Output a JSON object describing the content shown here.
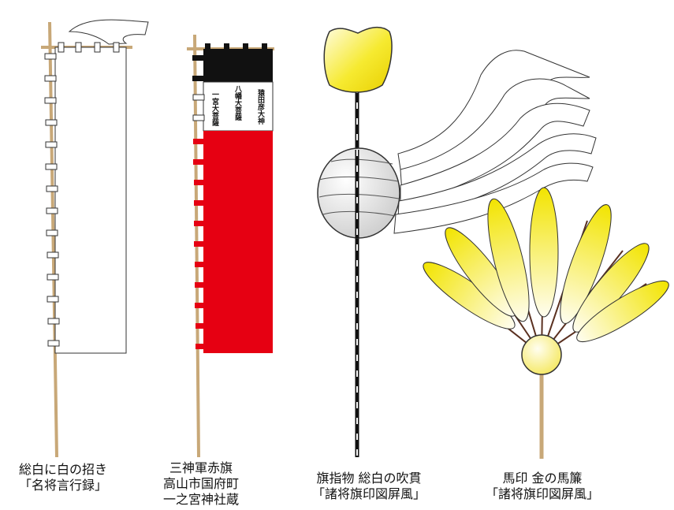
{
  "figures": [
    {
      "id": "shirohata",
      "caption_lines": [
        "総白に白の招き",
        "「名将言行録」"
      ]
    },
    {
      "id": "sanjin-gun-sekki",
      "caption_lines": [
        "三神軍赤旗",
        "高山市国府町",
        "一之宮神社蔵"
      ],
      "banner_columns": [
        "猿田彦大神",
        "八幡大菩薩",
        "一宮大菩薩"
      ]
    },
    {
      "id": "sashimono-fukinuki",
      "caption_lines": [
        "旗指物 総白の吹貫",
        "「諸将旗印図屏風」"
      ]
    },
    {
      "id": "umajirushi-bayui",
      "caption_lines": [
        "馬印 金の馬簾",
        "「諸将旗印図屏風」"
      ]
    }
  ],
  "colors": {
    "pole": "#c8a878",
    "red": "#e60012",
    "black": "#111111",
    "gold": "#f2e000",
    "white": "#ffffff"
  }
}
